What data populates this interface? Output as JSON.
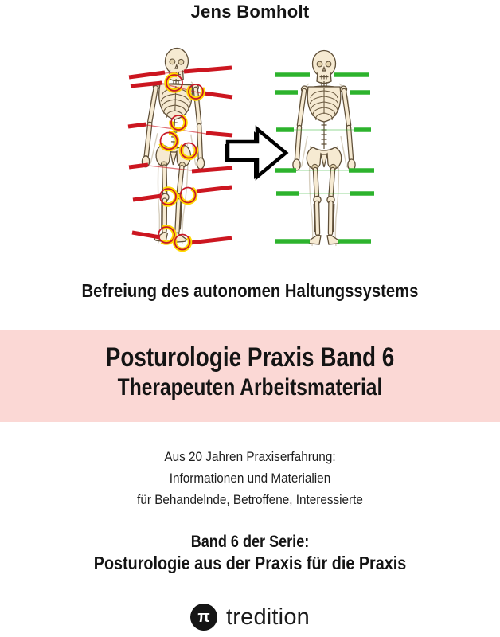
{
  "cover": {
    "author": "Jens Bomholt",
    "tagline": "Befreiung des autonomen Haltungssystems",
    "band": {
      "title": "Posturologie Praxis Band 6",
      "subtitle": "Therapeuten Arbeitsmaterial"
    },
    "description_lines": [
      "Aus 20 Jahren Praxiserfahrung:",
      "Informationen und Materialien",
      "für Behandelnde, Betroffene, Interessierte"
    ],
    "series_lines": [
      "Band 6 der Serie:",
      "Posturologie aus der Praxis für die Praxis"
    ],
    "publisher": {
      "name": "tredition",
      "logo_glyph": "π"
    },
    "illustration": {
      "left_figure": "skeleton-with-misaligned-red-level-lines-and-yellow-joint-markers",
      "right_figure": "skeleton-with-aligned-green-level-lines",
      "arrow": "right-pointing-transformation-arrow"
    },
    "colors": {
      "band_pink": "#fbd8d5",
      "misaligned_red": "#cc1620",
      "aligned_green": "#2db32d",
      "joint_yellow": "#ffd900",
      "text_black": "#141414"
    }
  }
}
